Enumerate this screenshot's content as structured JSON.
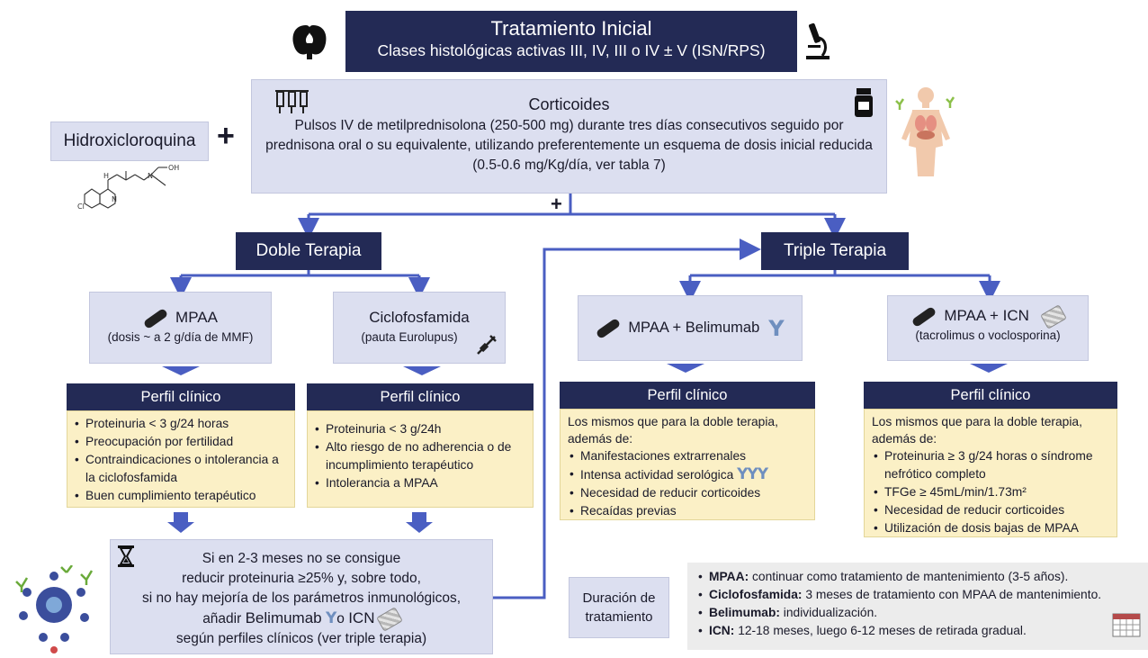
{
  "header": {
    "title": "Tratamiento Inicial",
    "subtitle": "Clases histológicas activas III, IV, III o IV ± V (ISN/RPS)"
  },
  "hcq": {
    "label": "Hidroxicloroquina",
    "plus": "+"
  },
  "corticoides": {
    "title": "Corticoides",
    "text": "Pulsos IV de metilprednisolona (250-500 mg) durante tres días consecutivos seguido por prednisona oral o su equivalente, utilizando preferentemente un esquema de dosis inicial reducida (0.5-0.6 mg/Kg/día, ver tabla 7)"
  },
  "plus_mid": "+",
  "doble": {
    "label": "Doble Terapia"
  },
  "triple": {
    "label": "Triple Terapia"
  },
  "mpaa": {
    "title": "MPAA",
    "sub": "(dosis ~ a 2 g/día de MMF)"
  },
  "ciclo": {
    "title": "Ciclofosfamida",
    "sub": "(pauta Eurolupus)"
  },
  "mpaa_bel": {
    "title": "MPAA + Belimumab"
  },
  "mpaa_icn": {
    "title": "MPAA + ICN",
    "sub": "(tacrolimus o voclosporina)"
  },
  "perfil_label": "Perfil clínico",
  "perfil_mpaa": [
    "Proteinuria < 3 g/24 horas",
    "Preocupación por fertilidad",
    "Contraindicaciones o intolerancia a la ciclofosfamida",
    "Buen cumplimiento terapéutico"
  ],
  "perfil_ciclo": [
    "Proteinuria < 3 g/24h",
    "Alto riesgo de no adherencia o de incumplimiento terapéutico",
    "Intolerancia a MPAA"
  ],
  "perfil_bel": {
    "intro": "Los mismos que para la doble terapia, además de:",
    "items": [
      "Manifestaciones extrarrenales",
      "Intensa actividad serológica",
      "Necesidad de reducir corticoides",
      "Recaídas previas"
    ]
  },
  "perfil_icn": {
    "intro": "Los mismos que para la doble terapia, además de:",
    "items": [
      "Proteinuria ≥ 3 g/24 horas o síndrome nefrótico completo",
      "TFGe ≥ 45mL/min/1.73m²",
      "Necesidad de reducir corticoides",
      "Utilización de dosis bajas de MPAA"
    ]
  },
  "escalada": {
    "line1": "Si en 2-3 meses no se consigue",
    "line2": "reducir proteinuria ≥25% y, sobre todo,",
    "line3": "si no hay mejoría de los parámetros inmunológicos,",
    "line4a": "añadir",
    "belimumab": "Belimumab",
    "o": "o",
    "icn": "ICN",
    "line5": "según perfiles clínicos (ver triple terapia)"
  },
  "duracion": {
    "label": "Duración de tratamiento",
    "items": [
      {
        "b": "MPAA:",
        "t": " continuar como tratamiento de mantenimiento (3-5 años)."
      },
      {
        "b": "Ciclofosfamida:",
        "t": " 3 meses de tratamiento con MPAA de mantenimiento."
      },
      {
        "b": "Belimumab:",
        "t": " individualización."
      },
      {
        "b": "ICN:",
        "t": " 12-18 meses, luego 6-12 meses de retirada gradual."
      }
    ]
  },
  "hcq_chem": {
    "n1": "N",
    "n2": "N",
    "oh": "OH",
    "cl": "Cl",
    "hn": "H"
  },
  "colors": {
    "navy": "#232a55",
    "lavender": "#dcdff0",
    "yellow": "#fbf0c6",
    "arrow": "#4a5ec2"
  }
}
